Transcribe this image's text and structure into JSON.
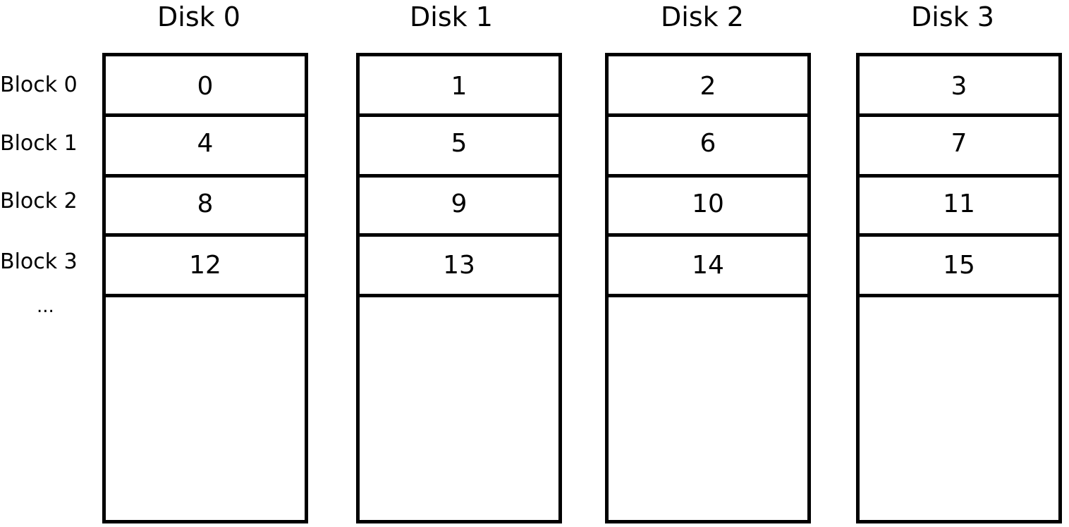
{
  "disks": [
    {
      "title": "Disk 0",
      "blocks": [
        "0",
        "4",
        "8",
        "12"
      ]
    },
    {
      "title": "Disk 1",
      "blocks": [
        "1",
        "5",
        "9",
        "13"
      ]
    },
    {
      "title": "Disk 2",
      "blocks": [
        "2",
        "6",
        "10",
        "14"
      ]
    },
    {
      "title": "Disk 3",
      "blocks": [
        "3",
        "7",
        "11",
        "15"
      ]
    }
  ],
  "row_labels": [
    "Block 0",
    "Block 1",
    "Block 2",
    "Block 3"
  ],
  "continuation": "..."
}
